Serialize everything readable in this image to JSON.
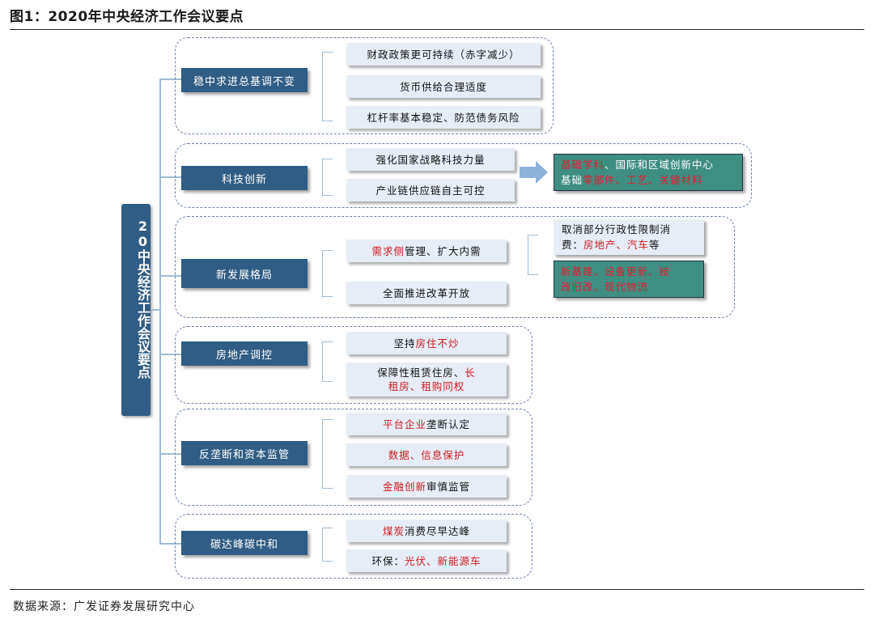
{
  "figure": {
    "title": "图1：2020年中央经济工作会议要点",
    "source": "数据来源：广发证券发展研究中心",
    "center_label": "20中央经济工作会议要点"
  },
  "groups": [
    {
      "category": "稳中求进总基调不变",
      "items": [
        {
          "parts": [
            {
              "text": "财政政策更可持续（赤字减少）",
              "red": false
            }
          ]
        },
        {
          "parts": [
            {
              "text": "货币供给合理适度",
              "red": false
            }
          ]
        },
        {
          "parts": [
            {
              "text": "杠杆率基本稳定、防范债务风险",
              "red": false
            }
          ]
        }
      ]
    },
    {
      "category": "科技创新",
      "items": [
        {
          "parts": [
            {
              "text": "强化国家战略科技力量",
              "red": false
            }
          ]
        },
        {
          "parts": [
            {
              "text": "产业链供应链自主可控",
              "red": false
            }
          ]
        }
      ],
      "detail": {
        "line1": [
          {
            "text": "基础学科",
            "red": true
          },
          {
            "text": "、国际和区域创新中心",
            "red": false
          }
        ],
        "line2": [
          {
            "text": "基础",
            "red": false
          },
          {
            "text": "零部件、工艺、关键材料",
            "red": true
          }
        ]
      }
    },
    {
      "category": "新发展格局",
      "items": [
        {
          "parts": [
            {
              "text": "需求侧",
              "red": true
            },
            {
              "text": "管理、扩大内需",
              "red": false
            }
          ]
        },
        {
          "parts": [
            {
              "text": "全面推进改革开放",
              "red": false
            }
          ]
        }
      ],
      "detail_grey": {
        "line1": [
          {
            "text": "取消部分行政性限制消",
            "red": false
          }
        ],
        "line2": [
          {
            "text": "费：",
            "red": false
          },
          {
            "text": "房地产、汽车",
            "red": true
          },
          {
            "text": "等",
            "red": false
          }
        ]
      },
      "detail_teal": {
        "line1": [
          {
            "text": "新基建、设备更新、技",
            "red": true
          }
        ],
        "line2": [
          {
            "text": "改旧改、现代物流",
            "red": true
          }
        ]
      }
    },
    {
      "category": "房地产调控",
      "items": [
        {
          "parts": [
            {
              "text": "坚持",
              "red": false
            },
            {
              "text": "房住不炒",
              "red": true
            }
          ]
        },
        {
          "parts": [
            {
              "text": "保障性租赁住房、",
              "red": false
            },
            {
              "text": "长",
              "red": true
            }
          ],
          "parts2": [
            {
              "text": "租房、租购同权",
              "red": true
            }
          ]
        }
      ]
    },
    {
      "category": "反垄断和资本监管",
      "items": [
        {
          "parts": [
            {
              "text": "平台企业",
              "red": true
            },
            {
              "text": "垄断认定",
              "red": false
            }
          ]
        },
        {
          "parts": [
            {
              "text": "数据、信息保护",
              "red": true
            }
          ]
        },
        {
          "parts": [
            {
              "text": "金融创新",
              "red": true
            },
            {
              "text": "审慎监管",
              "red": false
            }
          ]
        }
      ]
    },
    {
      "category": "碳达峰碳中和",
      "items": [
        {
          "parts": [
            {
              "text": "煤炭",
              "red": true
            },
            {
              "text": "消费尽早达峰",
              "red": false
            }
          ]
        },
        {
          "parts": [
            {
              "text": "环保：",
              "red": false
            },
            {
              "text": "光伏、新能源车",
              "red": true
            }
          ]
        }
      ]
    }
  ],
  "colors": {
    "category_bg": "#2f5d85",
    "item_bg": "#e6edf6",
    "highlight_red": "#d0181f",
    "teal_bg": "#3e8e82",
    "dash_border": "#6c7fb0"
  }
}
